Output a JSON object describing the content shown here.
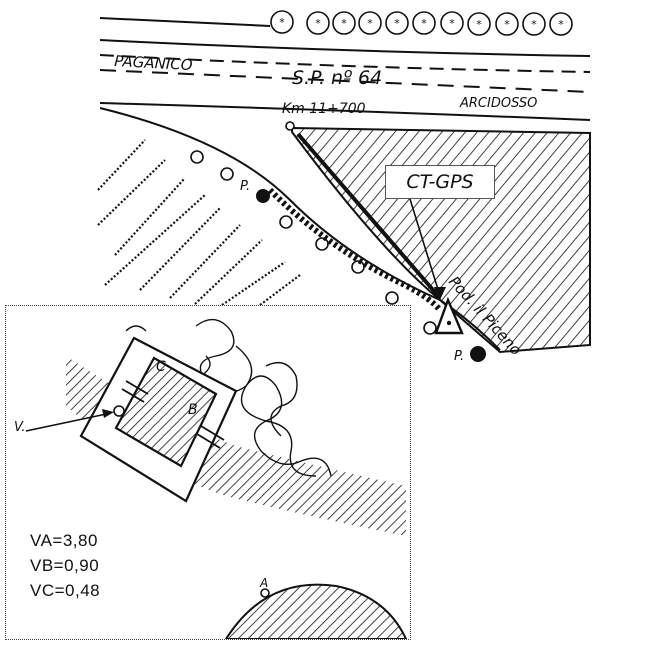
{
  "map": {
    "town_left": "PAGANICO",
    "road": "S.P. nº 64",
    "km_marker": "Km 11+700",
    "town_right": "ARCIDOSSO",
    "place": "Pod. il Piceno",
    "park_label_top": "P.",
    "park_label_bottom": "P."
  },
  "callout": {
    "label": "CT-GPS"
  },
  "inset": {
    "label_c": "C",
    "label_b": "B",
    "label_v": "V.",
    "label_a": "A",
    "measurements": [
      "VA=3,80",
      "VB=0,90",
      "VC=0,48"
    ]
  }
}
